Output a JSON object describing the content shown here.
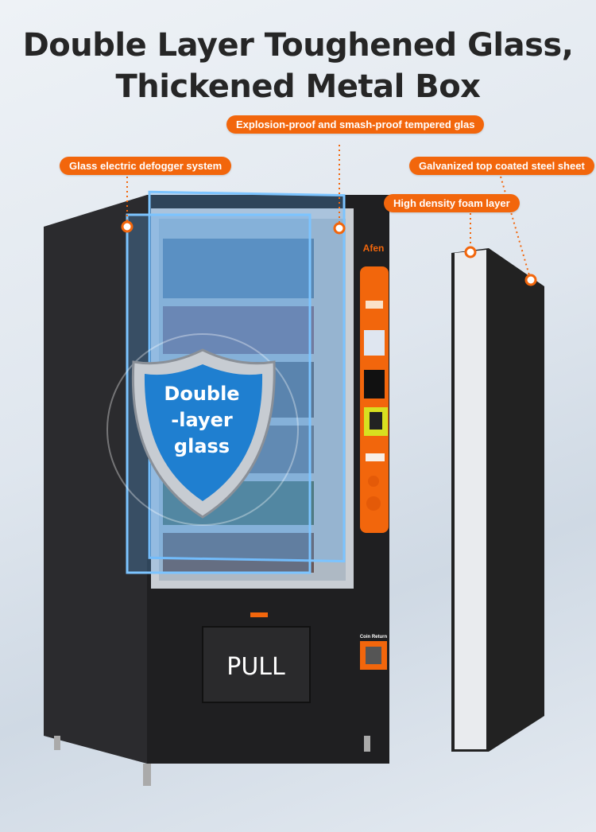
{
  "title": {
    "line1": "Double Layer Toughened Glass,",
    "line2": "Thickened Metal Box"
  },
  "callouts": {
    "tempered_glass": "Explosion-proof and smash-proof tempered glas",
    "defogger": "Glass electric defogger system",
    "steel_sheet": "Galvanized top coated steel sheet",
    "foam_layer": "High density foam layer"
  },
  "machine": {
    "brand": "Afen",
    "door_label": "PULL",
    "coin_return": "Coin Return",
    "shield": {
      "line1": "Double",
      "line2": "-layer",
      "line3": "glass"
    }
  },
  "colors": {
    "accent": "#f2660c",
    "body": "#1f1f21",
    "shield": "#1f7fd0"
  }
}
